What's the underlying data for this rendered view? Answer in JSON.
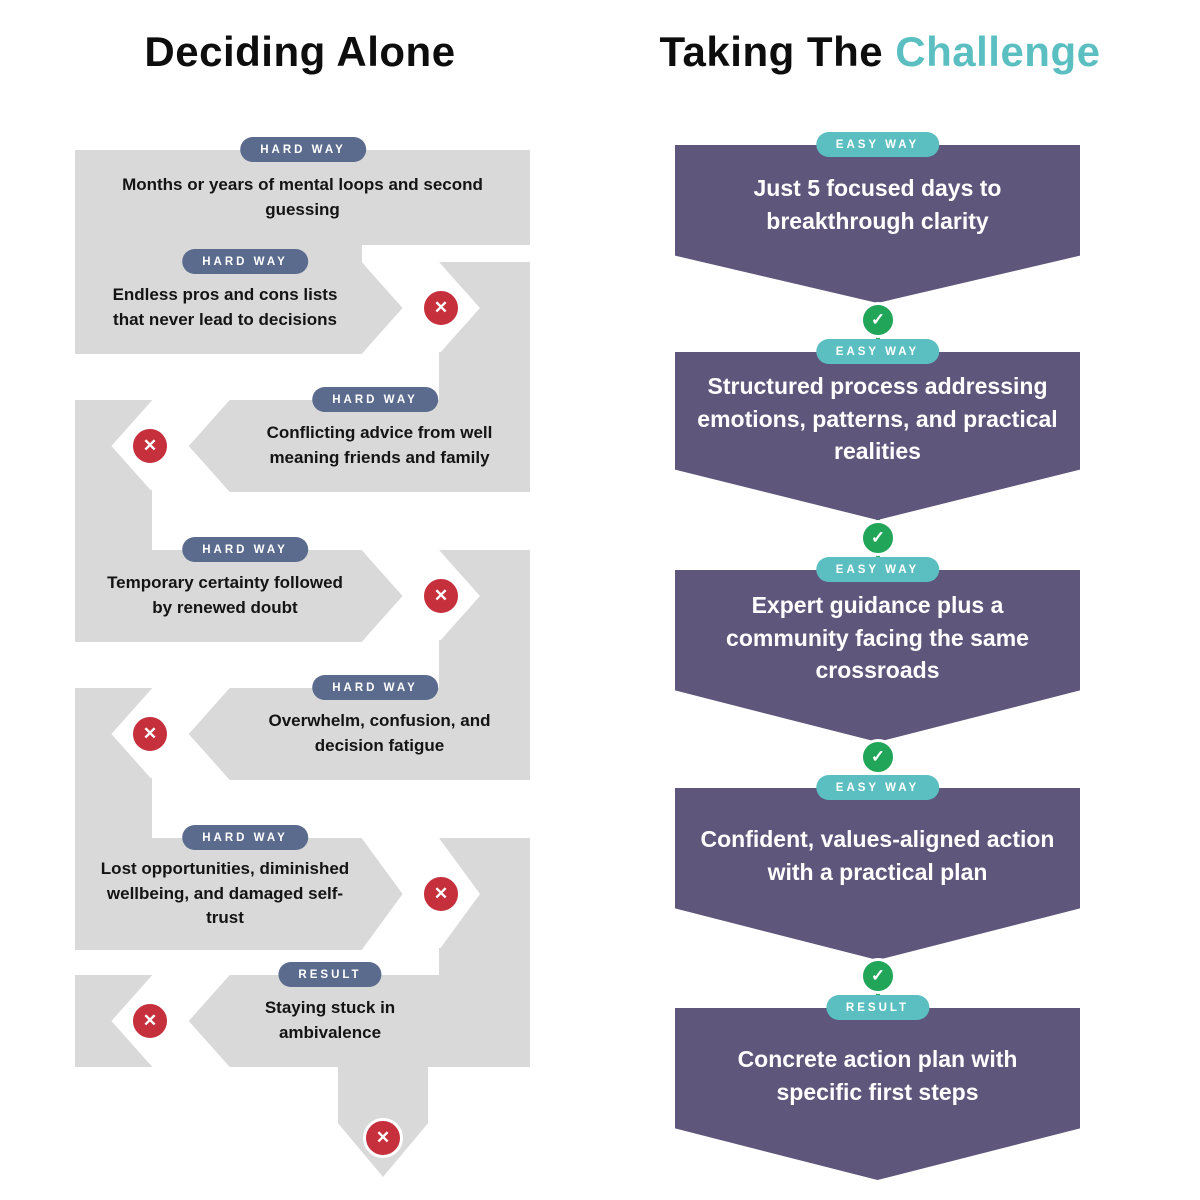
{
  "left_column": {
    "title": "Deciding Alone",
    "steps": [
      {
        "badge": "HARD WAY",
        "text": "Months or years of mental loops and second guessing"
      },
      {
        "badge": "HARD WAY",
        "text": "Endless pros and cons lists that never lead to decisions"
      },
      {
        "badge": "HARD WAY",
        "text": "Conflicting advice from well meaning friends and family"
      },
      {
        "badge": "HARD WAY",
        "text": "Temporary certainty followed by renewed doubt"
      },
      {
        "badge": "HARD WAY",
        "text": "Overwhelm, confusion, and decision fatigue"
      },
      {
        "badge": "HARD WAY",
        "text": "Lost opportunities, diminished wellbeing, and damaged self-trust"
      },
      {
        "badge": "RESULT",
        "text": "Staying stuck in ambivalence"
      }
    ]
  },
  "right_column": {
    "title_part1": "Taking The",
    "title_part2": "Challenge",
    "steps": [
      {
        "badge": "EASY WAY",
        "text": "Just 5 focused days to breakthrough clarity"
      },
      {
        "badge": "EASY WAY",
        "text": "Structured process addressing emotions, patterns, and practical realities"
      },
      {
        "badge": "EASY WAY",
        "text": "Expert guidance plus a community facing the same crossroads"
      },
      {
        "badge": "EASY WAY",
        "text": "Confident, values-aligned action with a practical plan"
      },
      {
        "badge": "RESULT",
        "text": "Concrete action plan with specific first steps"
      }
    ]
  },
  "icons": {
    "cross": "✕",
    "check": "✓"
  },
  "colors": {
    "gray_shape": "#d9d9d9",
    "slate_badge": "#5a6b8e",
    "teal_accent": "#5bbfc1",
    "purple_banner": "#5e567b",
    "red_cross": "#c5303c",
    "green_check": "#21a558",
    "title_black": "#0d0d0d",
    "white": "#ffffff"
  }
}
